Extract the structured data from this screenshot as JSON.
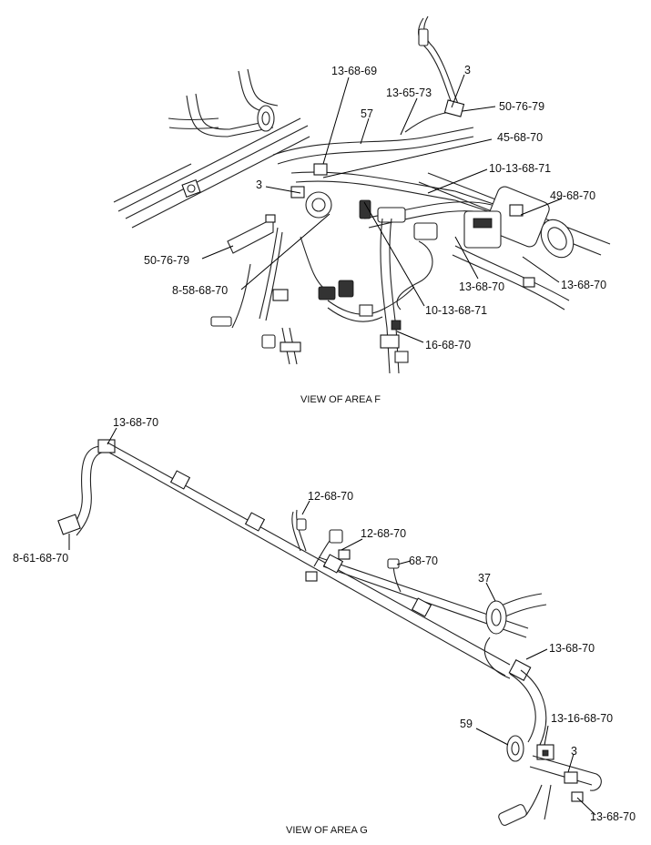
{
  "views": [
    {
      "caption": "VIEW OF AREA F",
      "callouts": [
        "13-68-69",
        "3",
        "50-76-79",
        "13-65-73",
        "57",
        "45-68-70",
        "10-13-68-71",
        "3",
        "49-68-70",
        "50-76-79",
        "8-58-68-70",
        "13-68-70",
        "13-68-70",
        "10-13-68-71",
        "16-68-70"
      ]
    },
    {
      "caption": "VIEW OF AREA G",
      "callouts": [
        "13-68-70",
        "12-68-70",
        "12-68-70",
        "8-61-68-70",
        "68-70",
        "37",
        "13-68-70",
        "59",
        "13-16-68-70",
        "3",
        "13-68-70"
      ]
    }
  ]
}
